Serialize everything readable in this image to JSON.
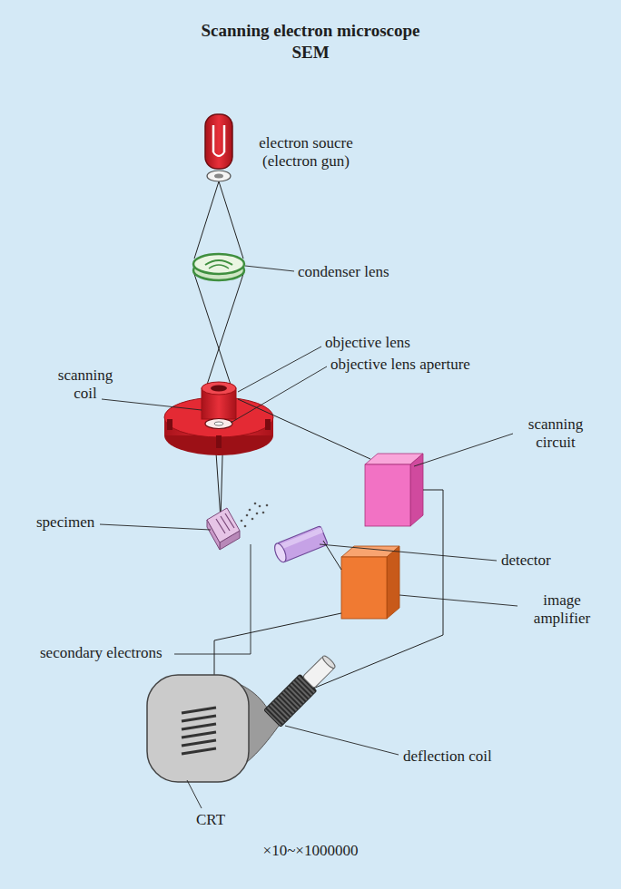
{
  "diagram": {
    "title": "Scanning electron microscope SEM",
    "caption": "×10~×1000000",
    "labels": [
      "electron soucre (electron gun)",
      "condenser lens",
      "objective lens",
      "objective lens aperture",
      "scanning coil",
      "scanning circuit",
      "specimen",
      "detector",
      "secondary electrons",
      "image amplifier",
      "deflection coil",
      "CRT"
    ]
  }
}
